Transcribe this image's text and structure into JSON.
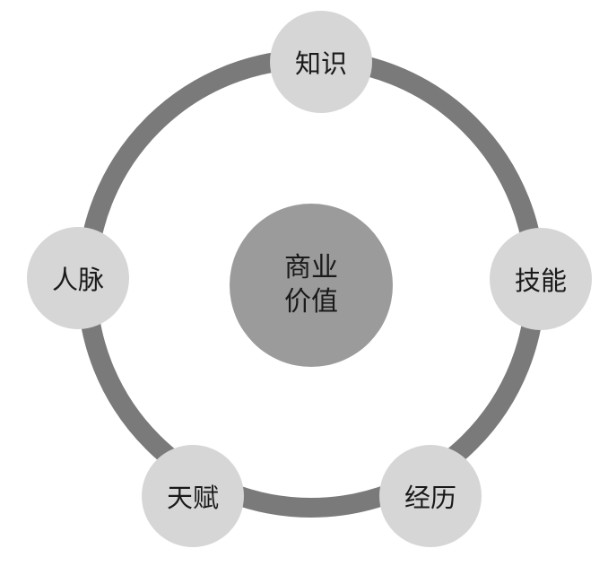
{
  "center": {
    "line1": "商业",
    "line2": "价值"
  },
  "nodes": [
    {
      "label": "知识"
    },
    {
      "label": "技能"
    },
    {
      "label": "经历"
    },
    {
      "label": "天赋"
    },
    {
      "label": "人脉"
    }
  ],
  "colors": {
    "ring": "#7a7a7a",
    "node": "#d6d6d6",
    "center": "#9b9b9b"
  }
}
